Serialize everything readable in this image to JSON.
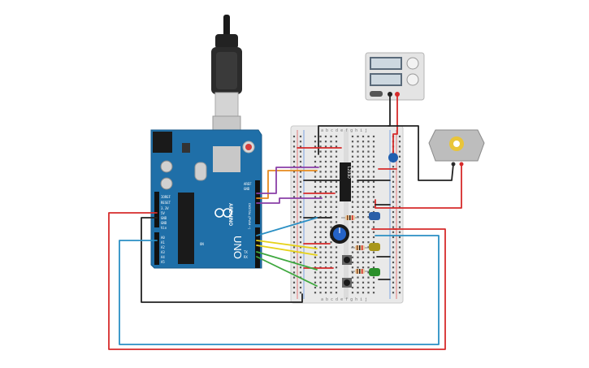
{
  "arduino": {
    "model": "UNO",
    "brand": "ARDUINO",
    "aref": "AREF",
    "gnd": "GND",
    "ioref": "IOREF",
    "reset": "RESET",
    "v33": "3.3V",
    "v5": "5V",
    "gnd1": "GND",
    "gnd2": "GND",
    "vin": "Vin",
    "a0": "A0",
    "a1": "A1",
    "a2": "A2",
    "a3": "A3",
    "a4": "A4",
    "a5": "A5",
    "digital": "DIGITAL (PWM ~)",
    "tx": "TX",
    "rx": "RX",
    "on": "ON"
  },
  "breadboard": {
    "top_cols": "a b c d e   f g h i j",
    "bottom_cols": "a b c d e   f g h i j"
  },
  "chip": {
    "label": "L293D"
  },
  "components": {
    "power_supply": "power-supply",
    "motor": "dc-motor",
    "potentiometer": "potentiometer",
    "leds": [
      "blue",
      "yellow",
      "green"
    ]
  },
  "colors": {
    "board": "#1f6fa8",
    "breadboard": "#e9e9e9",
    "red_wire": "#d62b2b",
    "black_wire": "#222222",
    "blue_wire": "#2a8fc4",
    "yellow_wire": "#e6d21a",
    "green_wire": "#3fa83f",
    "orange_wire": "#e68a1f",
    "purple_wire": "#8a3fa8"
  }
}
